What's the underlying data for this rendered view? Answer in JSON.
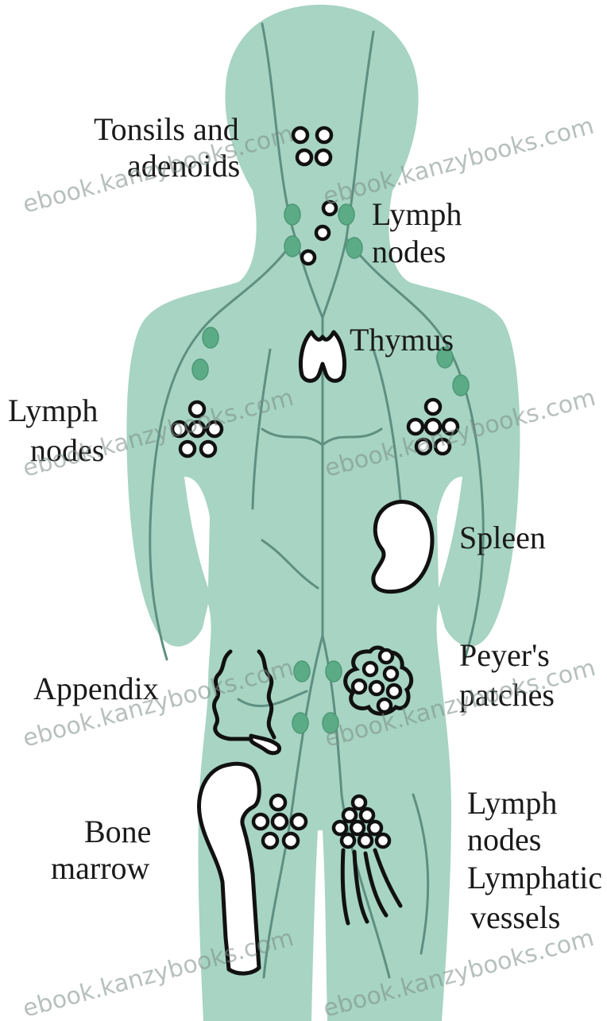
{
  "labels": {
    "tonsils_line1": "Tonsils and",
    "tonsils_line2": "adenoids",
    "lymph_nodes_neck_line1": "Lymph",
    "lymph_nodes_neck_line2": "nodes",
    "thymus": "Thymus",
    "lymph_nodes_arm_line1": "Lymph",
    "lymph_nodes_arm_line2": "nodes",
    "spleen": "Spleen",
    "peyers_line1": "Peyer's",
    "peyers_line2": "patches",
    "appendix": "Appendix",
    "bone_line1": "Bone",
    "bone_line2": "marrow",
    "lymph_nodes_groin_line1": "Lymph",
    "lymph_nodes_groin_line2": "nodes",
    "vessels_line1": "Lymphatic",
    "vessels_line2": "vessels"
  },
  "watermark": "ebook.kanzybooks.com",
  "colors": {
    "body": "#a7d4c3",
    "vessel": "#5f8f80",
    "node": "#5bab86",
    "outline": "#111111"
  }
}
